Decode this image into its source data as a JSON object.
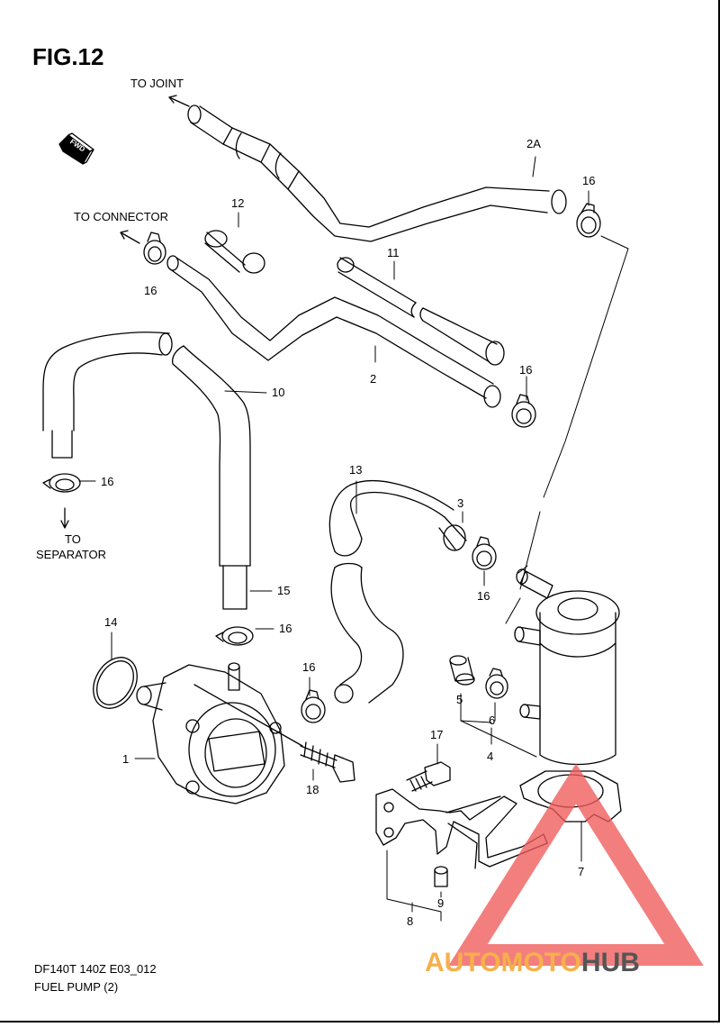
{
  "figure": {
    "title": "FIG.12",
    "footer_code": "DF140T 140Z E03_012",
    "footer_name": "FUEL PUMP (2)"
  },
  "directions": {
    "to_joint": "TO JOINT",
    "to_connector": "TO CONNECTOR",
    "to_separator_1": "TO",
    "to_separator_2": "SEPARATOR",
    "fwd": "FWD"
  },
  "callouts": {
    "c1": "1",
    "c2": "2",
    "c2a": "2A",
    "c3": "3",
    "c4": "4",
    "c5": "5",
    "c6": "6",
    "c7": "7",
    "c8": "8",
    "c9": "9",
    "c10": "10",
    "c11": "11",
    "c12": "12",
    "c13": "13",
    "c14": "14",
    "c15": "15",
    "c16a": "16",
    "c16b": "16",
    "c16c": "16",
    "c16d": "16",
    "c16e": "16",
    "c16f": "16",
    "c16g": "16",
    "c17": "17",
    "c18": "18"
  },
  "watermark": {
    "part_a": "AUTOMOTO",
    "part_b": "HUB",
    "color_a": "#f6b04a",
    "color_b": "#555555",
    "triangle_color": "#f05a5a"
  }
}
